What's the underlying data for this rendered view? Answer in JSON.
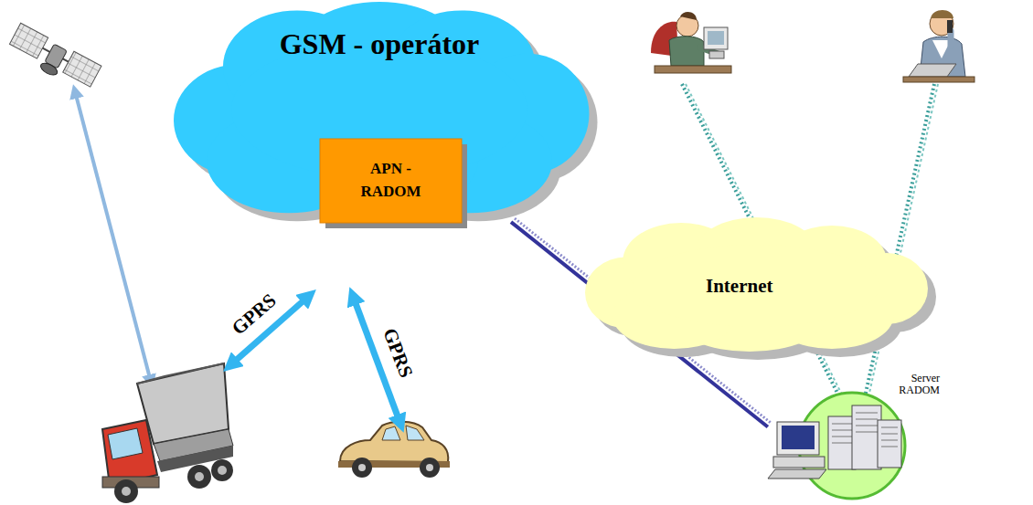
{
  "diagram": {
    "nodes": [
      {
        "text": [
          "GSM - operátor"
        ]
      },
      {
        "text": [
          "APN - RADOM"
        ],
        "in": 0
      },
      {
        "text": [
          "Internet"
        ]
      },
      {
        "text": [
          "Server RADOM"
        ]
      }
    ],
    "edges": [
      {
        "from": 0,
        "to": 3,
        "arrow": "none"
      }
    ],
    "labels": [
      "GPRS",
      "GPRS"
    ]
  }
}
